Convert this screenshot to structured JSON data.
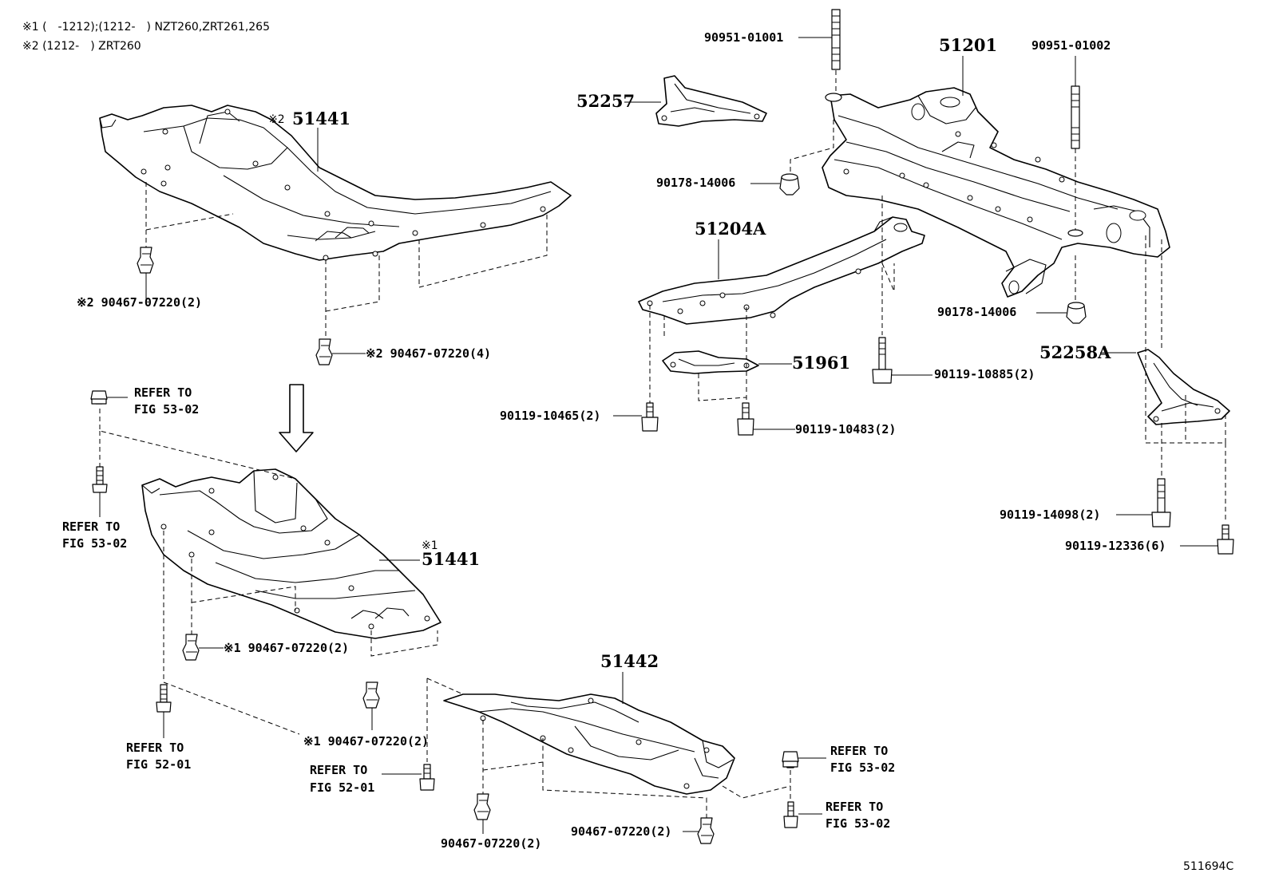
{
  "notes": [
    "※1 (　-1212);(1212-　) NZT260,ZRT261,265",
    "※2 (1212-　) ZRT260"
  ],
  "parts": {
    "p51441_top": "51441",
    "p51441_top_mark": "※2",
    "p51441_bot": "51441",
    "p51441_bot_mark": "※1",
    "p51442": "51442",
    "p51201": "51201",
    "p52257": "52257",
    "p51204A": "51204A",
    "p51961": "51961",
    "p52258A": "52258A"
  },
  "callouts": {
    "c90951_01001": "90951-01001",
    "c90951_01002": "90951-01002",
    "c90178_14006_a": "90178-14006",
    "c90178_14006_b": "90178-14006",
    "c90119_10885": "90119-10885(2)",
    "c90119_10465": "90119-10465(2)",
    "c90119_10483": "90119-10483(2)",
    "c90119_14098": "90119-14098(2)",
    "c90119_12336": "90119-12336(6)",
    "c_top_clip_2": "※2 90467-07220(2)",
    "c_top_clip_4": "※2 90467-07220(4)",
    "c_bot_clip_a": "※1 90467-07220(2)",
    "c_bot_clip_b": "※1 90467-07220(2)",
    "c_51442_clip_a": "90467-07220(2)",
    "c_51442_clip_b": "90467-07220(2)"
  },
  "refs": {
    "r1_l1": "REFER TO",
    "r1_l2": "FIG 53-02",
    "r2_l1": "REFER TO",
    "r2_l2": "FIG 53-02",
    "r3_l1": "REFER TO",
    "r3_l2": "FIG 52-01",
    "r4_l1": "REFER TO",
    "r4_l2": "FIG 52-01",
    "r5_l1": "REFER TO",
    "r5_l2": "FIG 53-02",
    "r6_l1": "REFER TO",
    "r6_l2": "FIG 53-02"
  },
  "figure_id": "511694C"
}
